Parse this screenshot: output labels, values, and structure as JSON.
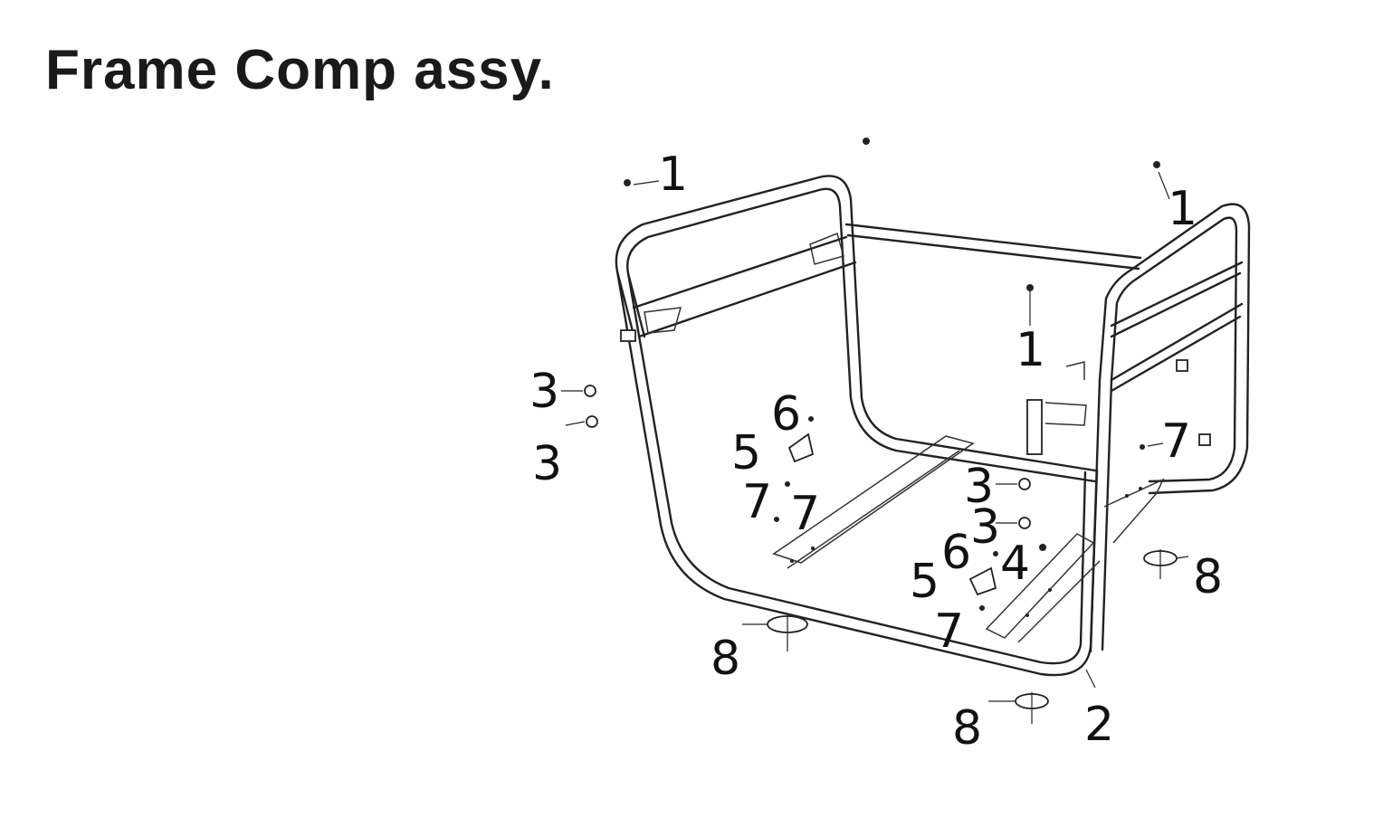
{
  "title": "Frame Comp assy.",
  "callouts": [
    {
      "id": "c-top-left-1",
      "label": "1"
    },
    {
      "id": "c-top-right-1",
      "label": "1"
    },
    {
      "id": "c-center-1",
      "label": "1"
    },
    {
      "id": "c-left-3a",
      "label": "3"
    },
    {
      "id": "c-left-3b",
      "label": "3"
    },
    {
      "id": "c-6a",
      "label": "6"
    },
    {
      "id": "c-5a",
      "label": "5"
    },
    {
      "id": "c-7a",
      "label": "7"
    },
    {
      "id": "c-7b",
      "label": "7"
    },
    {
      "id": "c-right-7",
      "label": "7"
    },
    {
      "id": "c-3c",
      "label": "3"
    },
    {
      "id": "c-3d",
      "label": "3"
    },
    {
      "id": "c-6b",
      "label": "6"
    },
    {
      "id": "c-4",
      "label": "4"
    },
    {
      "id": "c-5b",
      "label": "5"
    },
    {
      "id": "c-7c",
      "label": "7"
    },
    {
      "id": "c-8-right",
      "label": "8"
    },
    {
      "id": "c-8-left",
      "label": "8"
    },
    {
      "id": "c-8-bottom",
      "label": "8"
    },
    {
      "id": "c-2",
      "label": "2"
    }
  ]
}
